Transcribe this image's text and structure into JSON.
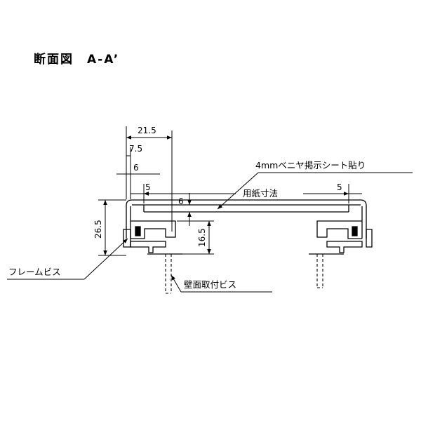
{
  "title": "断面図　A-A’",
  "dimensions": {
    "top_width": "21.5",
    "offset_a": "7.5",
    "offset_b": "6",
    "gap_left": "5",
    "gap_right": "5",
    "panel_gap": "6",
    "height_total": "26.5",
    "height_inner": "16.5"
  },
  "labels": {
    "panel": "4mmベニヤ掲示シート貼り",
    "paper_size": "用紙寸法",
    "frame_screw": "フレームビス",
    "wall_screw": "壁面取付ビス"
  },
  "colors": {
    "line": "#000000",
    "background": "#ffffff"
  }
}
